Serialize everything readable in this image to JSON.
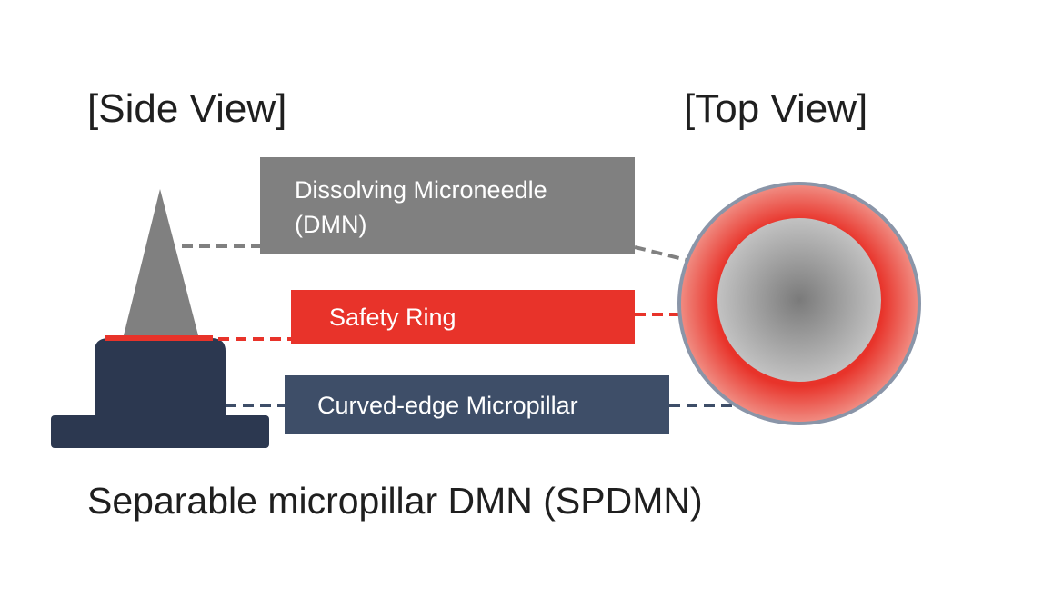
{
  "titles": {
    "side_view": "[Side View]",
    "top_view": "[Top View]"
  },
  "labels": {
    "dmn_line1": "Dissolving Microneedle",
    "dmn_line2": "(DMN)",
    "safety_ring": "Safety Ring",
    "micropillar": "Curved-edge Micropillar"
  },
  "caption": "Separable micropillar DMN (SPDMN)",
  "colors": {
    "needle_gray": "#808080",
    "ring_red": "#e8332a",
    "pillar_navy": "#2c3850",
    "label_navy": "#3e4e68"
  }
}
